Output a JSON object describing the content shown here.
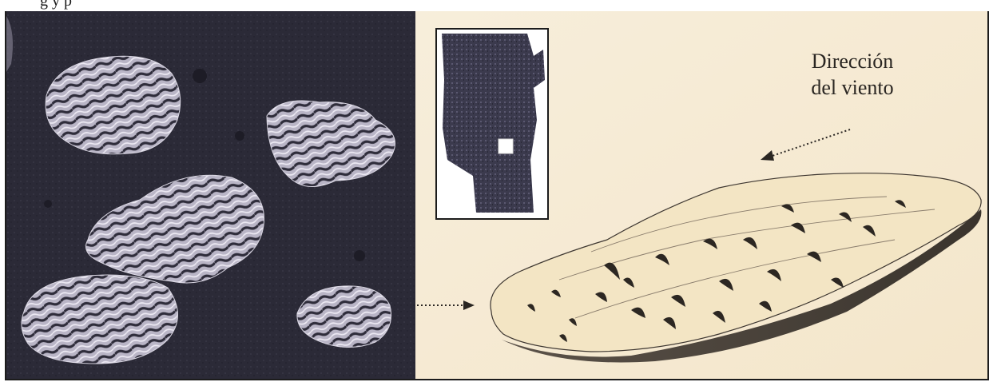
{
  "caption": {
    "text": "g                                                                    y          p"
  },
  "illustration": {
    "wind_label_line1": "Dirección",
    "wind_label_line2": "del viento"
  },
  "colors": {
    "frame": "#1c1c1c",
    "satellite_bg": "#2b2a37",
    "dune_field": "#bcb8c8",
    "paper": "#f5ead3",
    "block_top": "#f2e4c2",
    "block_shadow": "#4a4239",
    "locator_frame": "#ffffff"
  },
  "icons": {
    "pointer_arrow": "dotted-arrow-right",
    "wind_arrow": "dotted-arrow-down-left"
  }
}
